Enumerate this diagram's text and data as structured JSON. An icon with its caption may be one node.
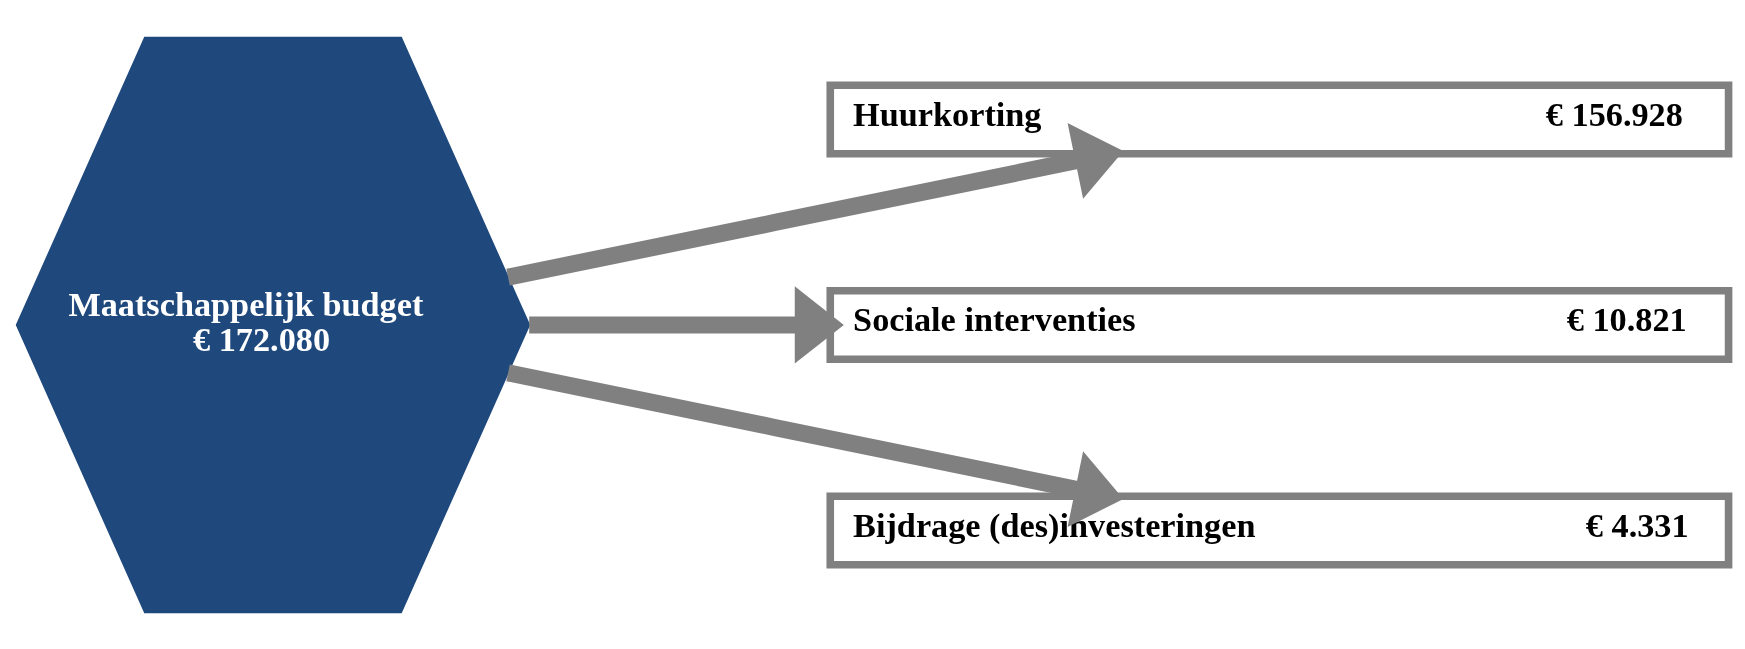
{
  "diagram": {
    "nodes": [
      {
        "text": [
          "Maatschappelijk budget",
          "€ 172.080"
        ]
      },
      {
        "text": [
          "Huurkorting",
          "€ 156.928"
        ]
      },
      {
        "text": [
          "Sociale interventies",
          "€ 10.821"
        ]
      },
      {
        "text": [
          "Bijdrage (des)investeringen",
          "€ 4.331"
        ]
      }
    ],
    "edges": [
      {
        "from": 0,
        "to": 1,
        "arrow": "to"
      },
      {
        "from": 0,
        "to": 2,
        "arrow": "to"
      },
      {
        "from": 0,
        "to": 3,
        "arrow": "to"
      }
    ]
  }
}
